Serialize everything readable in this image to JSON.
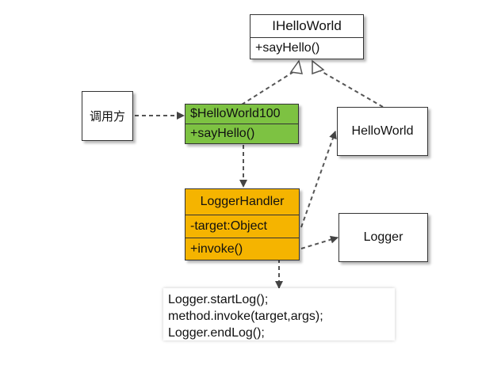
{
  "interface_box": {
    "name": "IHelloWorld",
    "method": "+sayHello()"
  },
  "caller_box": {
    "label": "调用方"
  },
  "proxy_box": {
    "name": "$HelloWorld100",
    "method": "+sayHello()",
    "fill": "#7dc242"
  },
  "helloworld_box": {
    "label": "HelloWorld"
  },
  "handler_box": {
    "name": "LoggerHandler",
    "field": "-target:Object",
    "method": "+invoke()",
    "fill": "#f5b400"
  },
  "logger_box": {
    "label": "Logger"
  },
  "code_note": {
    "lines": [
      "Logger.startLog();",
      "method.invoke(target,args);",
      "Logger.endLog();"
    ]
  }
}
